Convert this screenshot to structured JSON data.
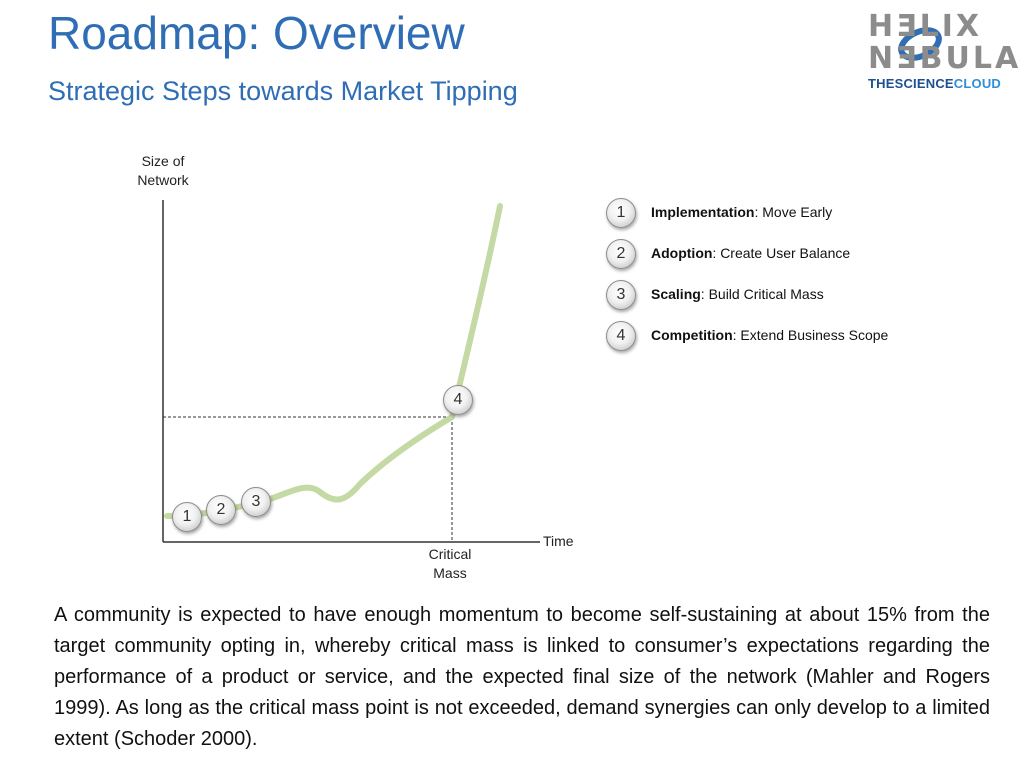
{
  "slide": {
    "title": "Roadmap: Overview",
    "subtitle": "Strategic Steps towards Market Tipping"
  },
  "logo": {
    "line1": "HƎLIX",
    "line2": "NƎBULA",
    "tag_part1": "THESCIENCE",
    "tag_part2": "CLOUD"
  },
  "diagram": {
    "y_axis_label_line1": "Size of",
    "y_axis_label_line2": "Network",
    "x_axis_label": "Time",
    "critical_mass_line1": "Critical",
    "critical_mass_line2": "Mass",
    "curve_color": "#c5d9a4",
    "markers": [
      {
        "number": "1"
      },
      {
        "number": "2"
      },
      {
        "number": "3"
      },
      {
        "number": "4"
      }
    ]
  },
  "legend": [
    {
      "number": "1",
      "term": "Implementation",
      "description": ": Move Early"
    },
    {
      "number": "2",
      "term": "Adoption",
      "description": ": Create User Balance"
    },
    {
      "number": "3",
      "term": "Scaling",
      "description": ": Build Critical Mass"
    },
    {
      "number": "4",
      "term": "Competition",
      "description": ": Extend Business Scope"
    }
  ],
  "body_text": "A community is expected to have enough momentum to become self-sustaining at about 15% from the target community opting in, whereby critical mass is linked to consumer’s expectations regarding the performance of a product or service, and the expected final size of the network (Mahler and Rogers 1999). As long as the critical mass point is not exceeded, demand synergies can only develop to a limited extent (Schoder 2000)."
}
